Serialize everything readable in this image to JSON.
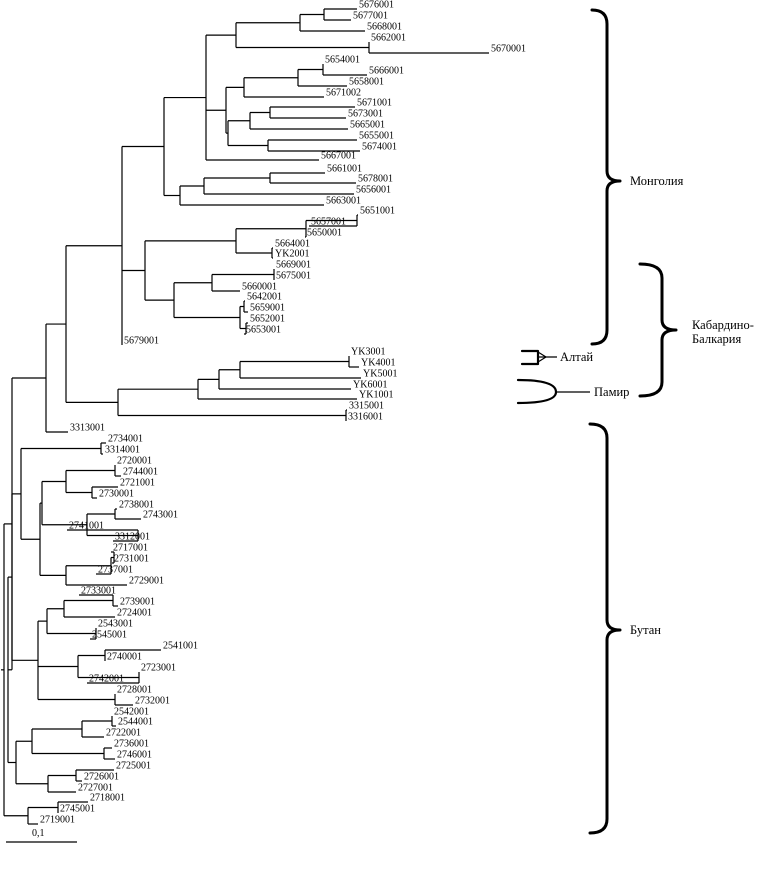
{
  "leaves": [
    "5676001",
    "5677001",
    "5668001",
    "5662001",
    "5670001",
    "5654001",
    "5666001",
    "5658001",
    "5671002",
    "5671001",
    "5673001",
    "5665001",
    "5655001",
    "5674001",
    "5667001",
    "5661001",
    "5678001",
    "5656001",
    "5663001",
    "5651001",
    "5657001",
    "5650001",
    "5664001",
    "YK2001",
    "5669001",
    "5675001",
    "5660001",
    "5642001",
    "5659001",
    "5652001",
    "5653001",
    "5679001",
    "YK3001",
    "YK4001",
    "YK5001",
    "YK6001",
    "YK1001",
    "3315001",
    "3316001",
    "3313001",
    "2734001",
    "3314001",
    "2720001",
    "2744001",
    "2721001",
    "2730001",
    "2738001",
    "2743001",
    "2741001",
    "3312001",
    "2717001",
    "2731001",
    "2737001",
    "2729001",
    "2733001",
    "2739001",
    "2724001",
    "2543001",
    "2545001",
    "2541001",
    "2740001",
    "2723001",
    "2742001",
    "2728001",
    "2732001",
    "2542001",
    "2544001",
    "2722001",
    "2736001",
    "2746001",
    "2725001",
    "2726001",
    "2727001",
    "2718001",
    "2745001",
    "2719001"
  ],
  "clades": {
    "mongolia": "Монголия",
    "kabardino_line1": "Кабардино-",
    "kabardino_line2": "Балкария",
    "altai": "Алтай",
    "pamir": "Памир",
    "bhutan": "Бутан"
  },
  "scale_bar": {
    "label": "0,1",
    "value": 0.1
  }
}
